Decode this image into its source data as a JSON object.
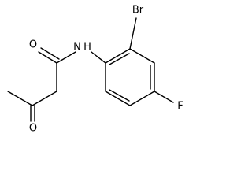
{
  "molecule": {
    "atoms": {
      "bromine": "Br",
      "amide_nitrogen": "N",
      "amide_hydrogen": "H",
      "amide_oxygen": "O",
      "ketone_oxygen": "O",
      "fluorine": "F"
    }
  }
}
